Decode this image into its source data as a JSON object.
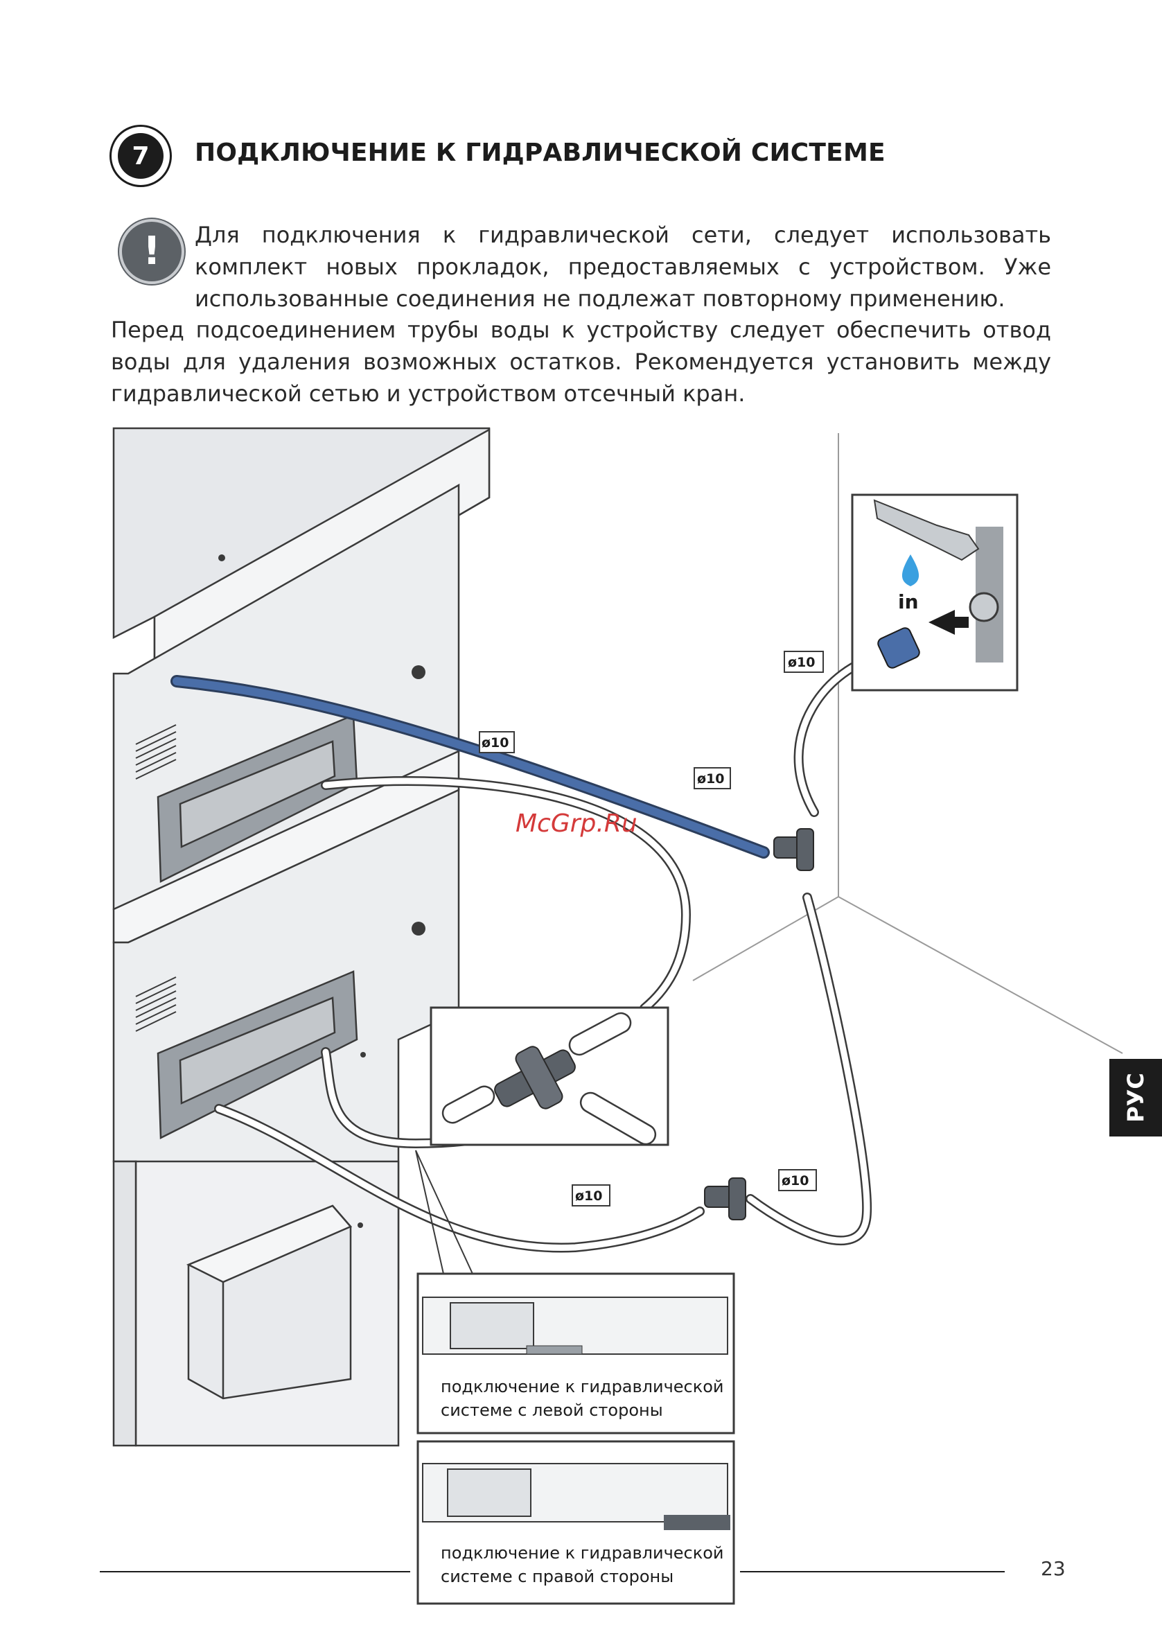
{
  "header": {
    "step_number": "7",
    "title": "ПОДКЛЮЧЕНИЕ К ГИДРАВЛИЧЕСКОЙ СИСТЕМЕ"
  },
  "warning": {
    "icon": "exclamation-icon",
    "text": "Для подключения к гидравлической сети, следует использовать комплект новых прокладок, предоставляемых с устройством. Уже использованные соединения не подлежат повторному применению."
  },
  "body_text": "Перед подсоединением трубы воды к устройству следует обеспечить отвод воды для удаления возможных остатков. Рекомендуется установить между гидравлической сетью и устройством отсечный кран.",
  "diagram": {
    "pipe_labels": [
      "ø10",
      "ø10",
      "ø10",
      "ø10",
      "ø10"
    ],
    "inlet_label": "in",
    "watermark": "McGrp.Ru",
    "inset_left_caption": [
      "подключение к гидравлической",
      "системе с левой стороны"
    ],
    "inset_right_caption": [
      "подключение к гидравлической",
      "системе с правой стороны"
    ]
  },
  "side_tab": "РУС",
  "page_number": "23",
  "colors": {
    "appliance_fill": "#eef0f2",
    "line": "#3a3a3a",
    "blue_pipe": "#4a6ea8",
    "water_drop": "#3aa0e0"
  }
}
